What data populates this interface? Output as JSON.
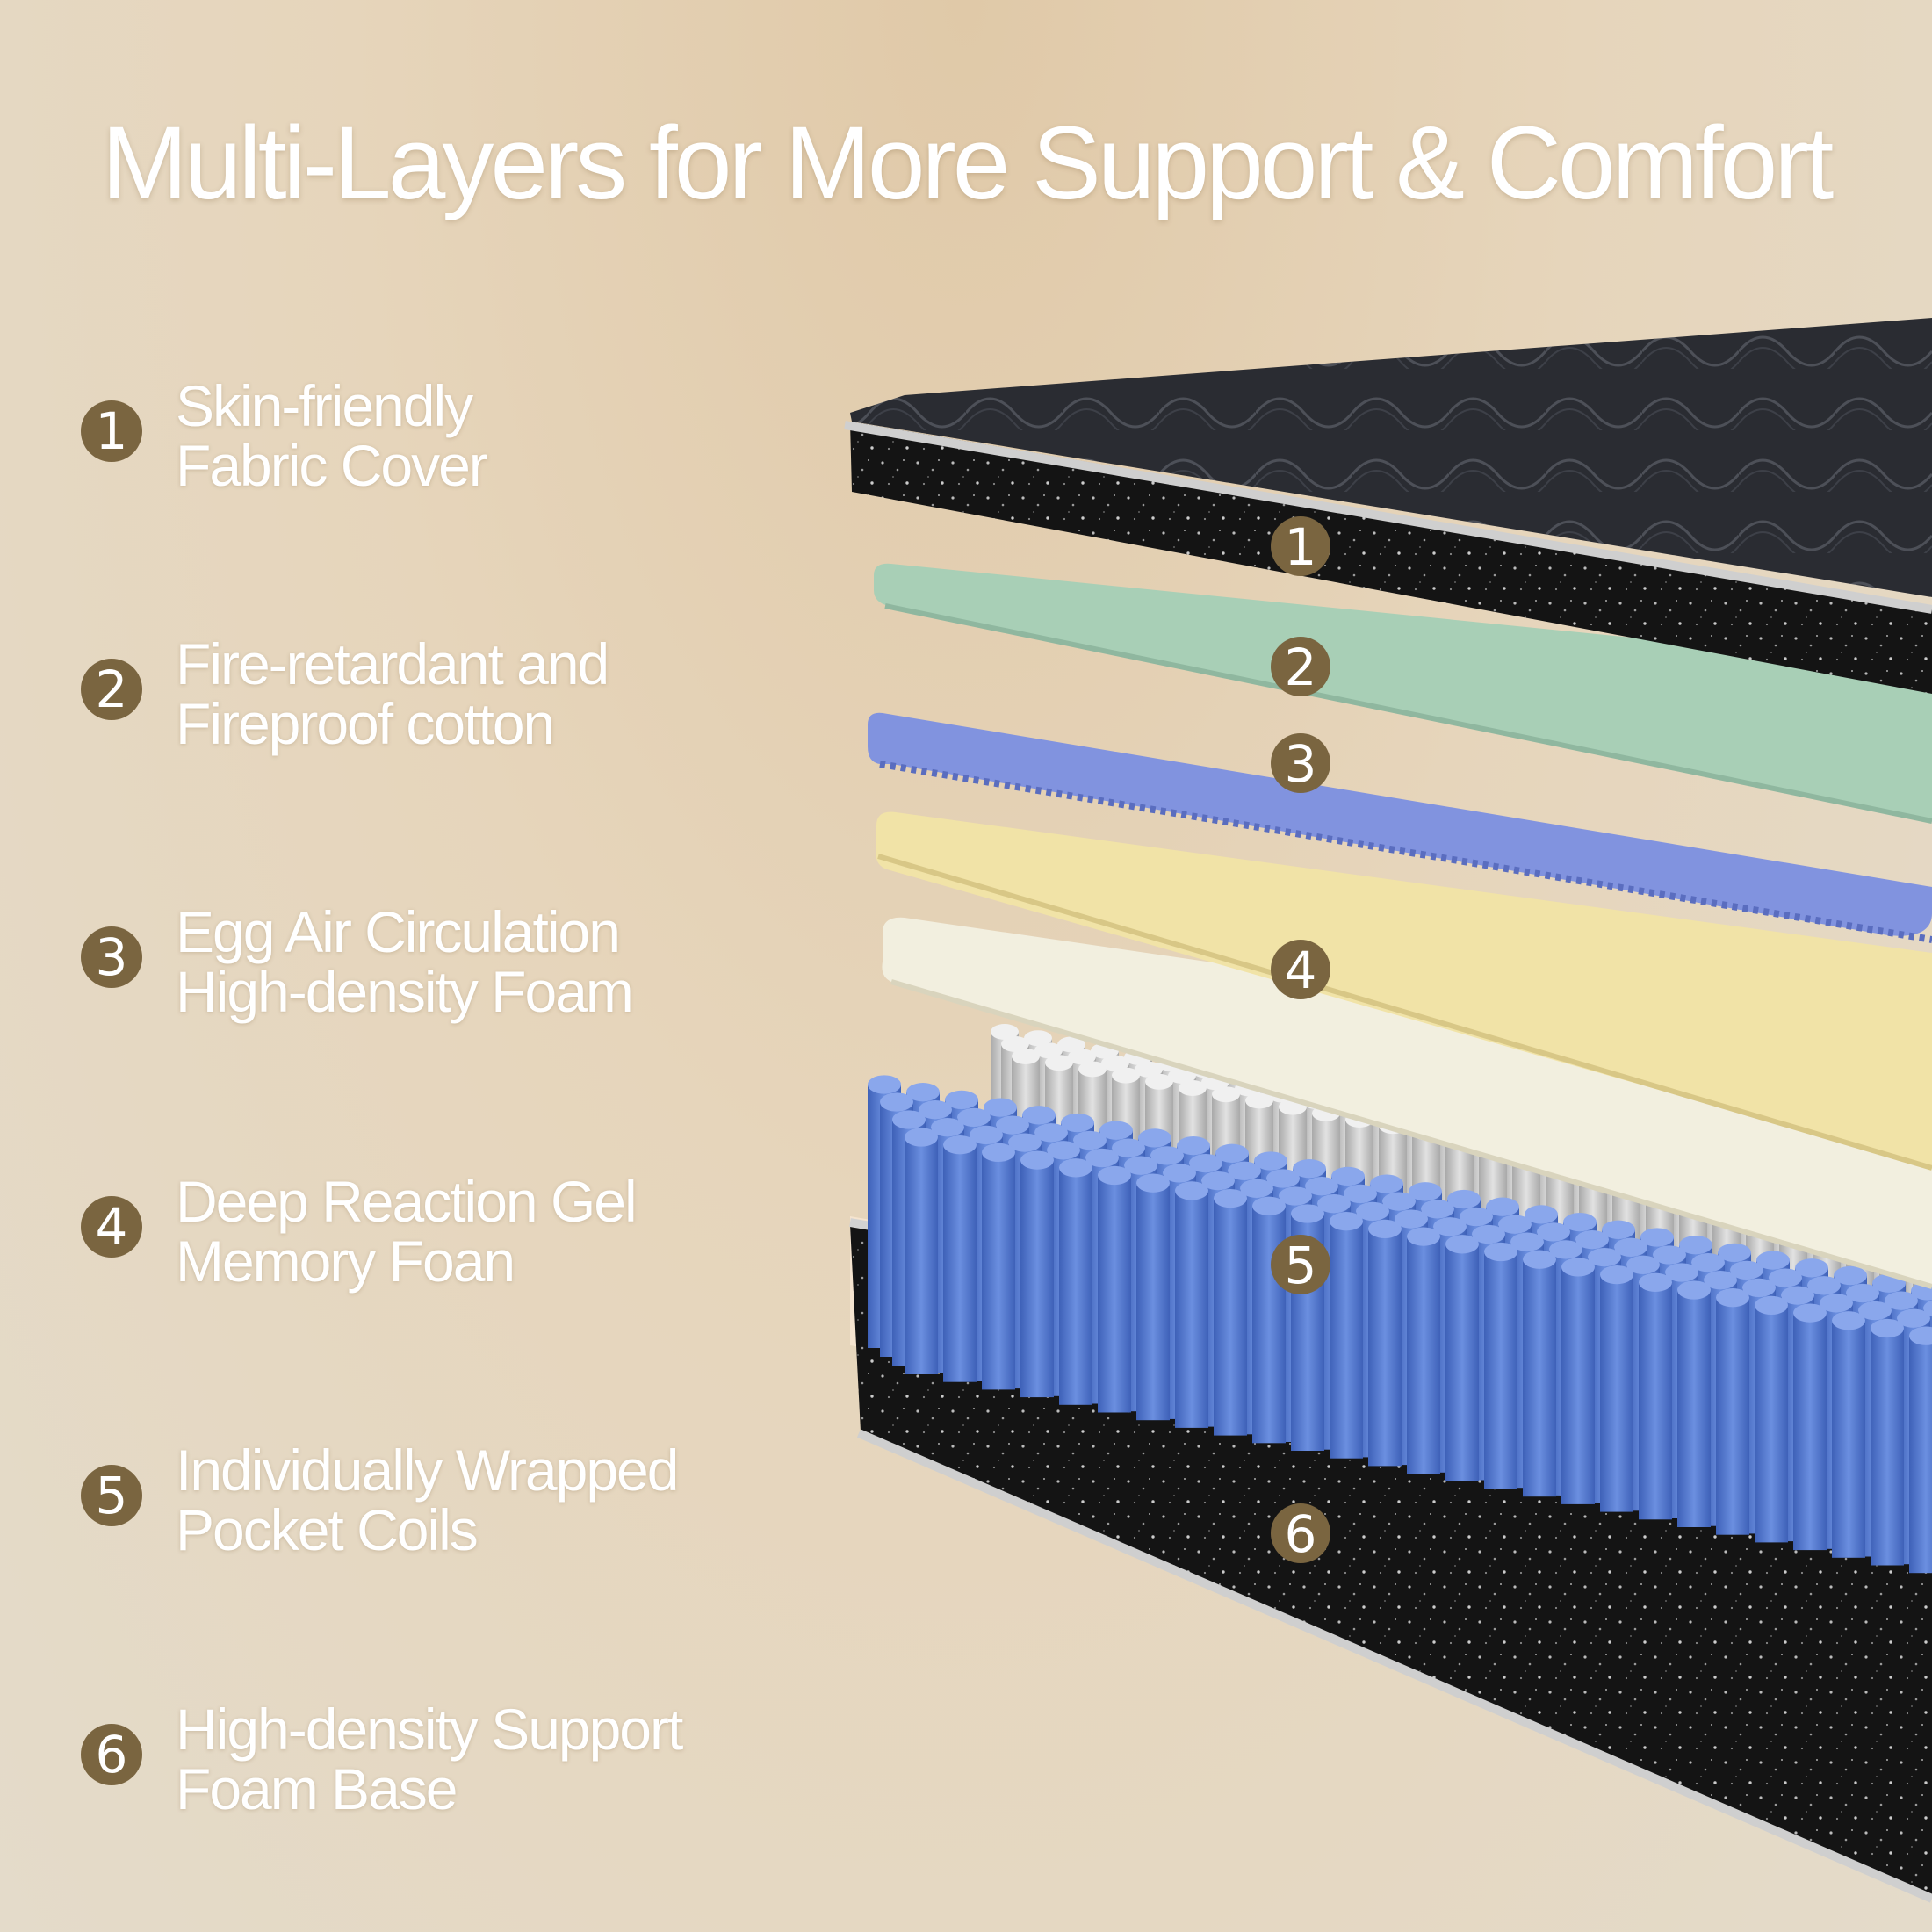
{
  "title": "Multi-Layers for More Support & Comfort",
  "features": [
    {
      "number": "1",
      "line1": "Skin-friendly",
      "line2": "Fabric Cover"
    },
    {
      "number": "2",
      "line1": "Fire-retardant and",
      "line2": "Fireproof cotton"
    },
    {
      "number": "3",
      "line1": "Egg Air Circulation",
      "line2": "High-density Foam"
    },
    {
      "number": "4",
      "line1": "Deep Reaction Gel",
      "line2": "Memory Foan"
    },
    {
      "number": "5",
      "line1": "Individually Wrapped",
      "line2": "Pocket Coils"
    },
    {
      "number": "6",
      "line1": "High-density Support",
      "line2": "Foam Base"
    }
  ],
  "colors": {
    "badge": "#7a6540",
    "fabric_cover": "#2b2d33",
    "fireproof_cotton": "#a9d1b8",
    "egg_foam": "#7f90e0",
    "gel_memory_foam": "#f0e2a6",
    "comfort_foam": "#f3f0df",
    "pocket_coils": "#4f73c9",
    "support_base": "#151515"
  }
}
